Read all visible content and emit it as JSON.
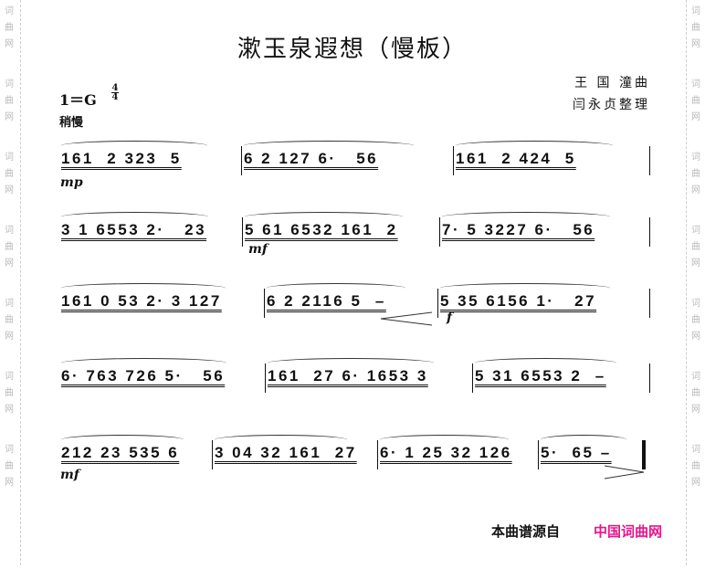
{
  "watermark": [
    "词",
    "曲",
    "网"
  ],
  "title": "漱玉泉遐想（慢板）",
  "composer": "王 国 潼曲",
  "arranger": "闫永贞整理",
  "key": "1＝G",
  "time_signature": {
    "top": "4",
    "bottom": "4"
  },
  "tempo": "稍慢",
  "lines": [
    {
      "measures": [
        "161  2 323  5",
        "6 2 127 6·   56",
        "161  2 424  5"
      ]
    },
    {
      "measures": [
        "3 1 6553 2·   23",
        "5 61 6532 161  2",
        "7· 5 3227 6·   56"
      ]
    },
    {
      "measures": [
        "161 0 53 2· 3 127",
        "6 2 2116 5  –",
        "5 35 6156 1·   27"
      ]
    },
    {
      "measures": [
        "6· 763 726 5·   56",
        "161  27 6· 1653 3",
        "5 31 6553 2  –"
      ]
    },
    {
      "measures": [
        "212 23 535 6",
        "3 04 32 161  27",
        "6· 1 25 32 126",
        "5·  65 –"
      ]
    }
  ],
  "dynamics": {
    "l1": "mp",
    "l2": "mf",
    "l3": "f",
    "l5": "mf"
  },
  "footer": {
    "source_label": "本曲谱源自",
    "site_name": "中国词曲网",
    "site_color": "#e8158a"
  }
}
